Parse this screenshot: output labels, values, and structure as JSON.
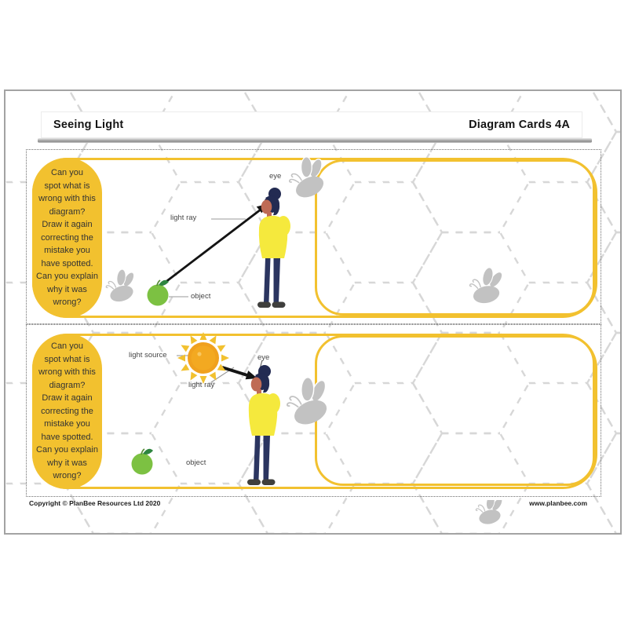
{
  "header": {
    "title": "Seeing Light",
    "badge": "Diagram Cards 4A"
  },
  "footer": {
    "copyright": "Copyright © PlanBee Resources Ltd 2020",
    "website": "www.planbee.com"
  },
  "cards": [
    {
      "prompt_lines": [
        "Can you",
        "spot what is",
        "wrong with this",
        "diagram?",
        "Draw it again",
        "correcting the",
        "mistake you",
        "have spotted.",
        "Can you explain",
        "why it was",
        "wrong?"
      ],
      "labels": {
        "eye": "eye",
        "light_ray": "light ray",
        "object": "object"
      }
    },
    {
      "prompt_lines": [
        "Can you",
        "spot what is",
        "wrong with this",
        "diagram?",
        "Draw it again",
        "correcting the",
        "mistake you",
        "have spotted.",
        "Can you explain",
        "why it was",
        "wrong?"
      ],
      "labels": {
        "light_source": "light source",
        "eye": "eye",
        "light_ray": "light ray",
        "object": "object"
      }
    }
  ],
  "colors": {
    "accent_yellow": "#F2C12F",
    "hoodie_yellow": "#F5E93D",
    "sun_orange": "#F0A11E",
    "apple_green": "#7CC142",
    "bee_gray": "#C2C2C2",
    "hex_line_gray": "#D7D7D7",
    "navy": "#2B3560"
  }
}
